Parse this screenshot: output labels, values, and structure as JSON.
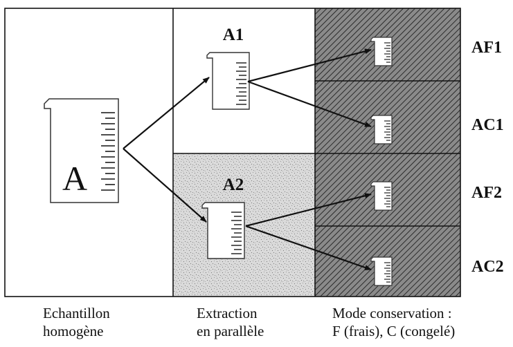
{
  "beakers": {
    "source": "A",
    "extract_1": "A1",
    "extract_2": "A2"
  },
  "outputs": {
    "af1": "AF1",
    "ac1": "AC1",
    "af2": "AF2",
    "ac2": "AC2"
  },
  "captions": {
    "sample_line1": "Echantillon",
    "sample_line2": "homogène",
    "extraction_line1": "Extraction",
    "extraction_line2": "en parallèle",
    "conservation_line1": "Mode conservation :",
    "conservation_line2": "F (frais), C (congelé)"
  },
  "colors": {
    "outline": "#111111",
    "hatch_fill": "#7a7a7a",
    "speckle_fill": "#d3d3d3"
  }
}
